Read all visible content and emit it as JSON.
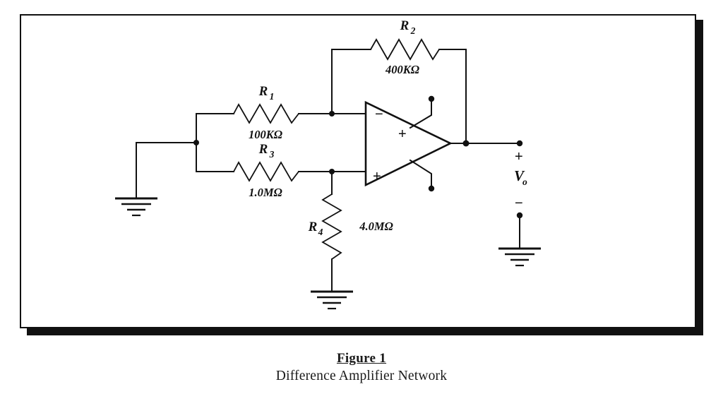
{
  "figure": {
    "number_label": "Figure 1",
    "caption": "Difference Amplifier Network"
  },
  "circuit": {
    "title": "Difference Amplifier Network",
    "components": [
      {
        "ref": "R",
        "ref_sub": "2",
        "value": "400KΩ",
        "type": "resistor",
        "orientation": "horizontal",
        "role": "feedback"
      },
      {
        "ref": "R",
        "ref_sub": "1",
        "value": "100KΩ",
        "type": "resistor",
        "orientation": "horizontal",
        "role": "inverting-input"
      },
      {
        "ref": "R",
        "ref_sub": "3",
        "value": "1.0MΩ",
        "type": "resistor",
        "orientation": "horizontal",
        "role": "noninverting-input"
      },
      {
        "ref": "R",
        "ref_sub": "4",
        "value": "4.0MΩ",
        "type": "resistor",
        "orientation": "vertical",
        "role": "noninverting-to-ground"
      }
    ],
    "opamp": {
      "inverting_sign": "−",
      "noninverting_sign": "+",
      "internal_sign": "+"
    },
    "output": {
      "plus_sign": "+",
      "minus_sign": "−",
      "label": "V",
      "label_sub": "o"
    },
    "r2_label": "R",
    "r2_sub": "2",
    "r2_value": "400KΩ",
    "r1_label": "R",
    "r1_sub": "1",
    "r1_value": "100KΩ",
    "r3_label": "R",
    "r3_sub": "3",
    "r3_value": "1.0MΩ",
    "r4_label": "R",
    "r4_sub": "4",
    "r4_value": "4.0MΩ"
  },
  "colors": {
    "ink": "#111111",
    "paper": "#ffffff"
  }
}
